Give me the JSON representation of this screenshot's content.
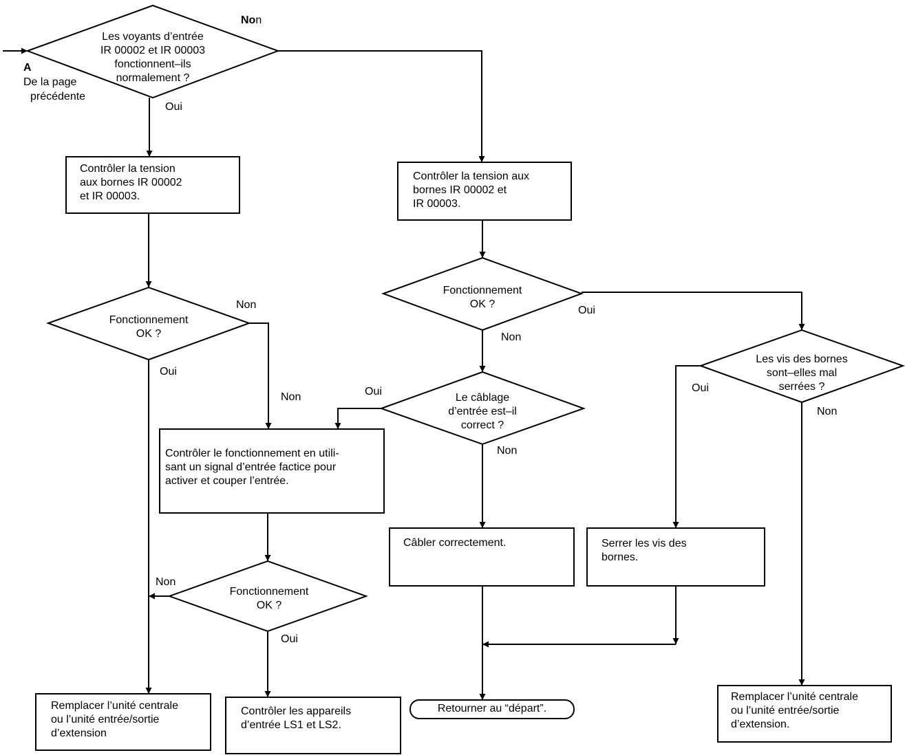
{
  "entry": {
    "letter": "A",
    "line1": "De la page",
    "line2": "précédente"
  },
  "d1": {
    "text": [
      "Les voyants d’entrée",
      "IR 00002 et IR 00003",
      "fonctionnent–ils",
      "normalement ?"
    ],
    "yes": "Oui",
    "no_prefix": "No",
    "no_suffix": "n"
  },
  "b_left1": {
    "text": [
      "Contrôler la tension",
      "aux bornes IR 00002",
      "et IR 00003."
    ]
  },
  "b_right1": {
    "text": [
      "Contrôler la tension aux",
      "bornes IR 00002 et",
      "IR 00003."
    ]
  },
  "d2": {
    "text": [
      "Fonctionnement",
      "OK ?"
    ],
    "yes": "Oui",
    "no": "Non"
  },
  "d3": {
    "text": [
      "Fonctionnement",
      "OK ?"
    ],
    "yes": "Oui",
    "no": "Non"
  },
  "d4": {
    "text": [
      "Le câblage",
      "d’entrée est–il",
      "correct ?"
    ],
    "yes": "Oui",
    "no": "Non"
  },
  "d5": {
    "text": [
      "Les vis des bornes",
      "sont–elles mal",
      "serrées ?"
    ],
    "yes": "Oui",
    "no": "Non"
  },
  "b_dummy": {
    "text": [
      "Contrôler le fonctionnement en utili-",
      "sant un signal d’entrée factice pour",
      "activer et couper l’entrée."
    ]
  },
  "d6": {
    "text": [
      "Fonctionnement",
      "OK ?"
    ],
    "yes": "Oui",
    "no": "Non"
  },
  "b_wire": {
    "text": [
      "Câbler correctement."
    ]
  },
  "b_screws": {
    "text": [
      "Serrer les vis des",
      "bornes."
    ]
  },
  "b_replace_left": {
    "text": [
      "Remplacer l’unité centrale",
      "ou l’unité entrée/sortie",
      "d’extension"
    ]
  },
  "b_devices": {
    "text": [
      "Contrôler les appareils",
      "d’entrée LS1 et LS2."
    ]
  },
  "t_return": {
    "text": "Retourner au “départ”."
  },
  "b_replace_right": {
    "text": [
      "Remplacer l’unité centrale",
      "ou l’unité entrée/sortie",
      "d’extension."
    ]
  }
}
